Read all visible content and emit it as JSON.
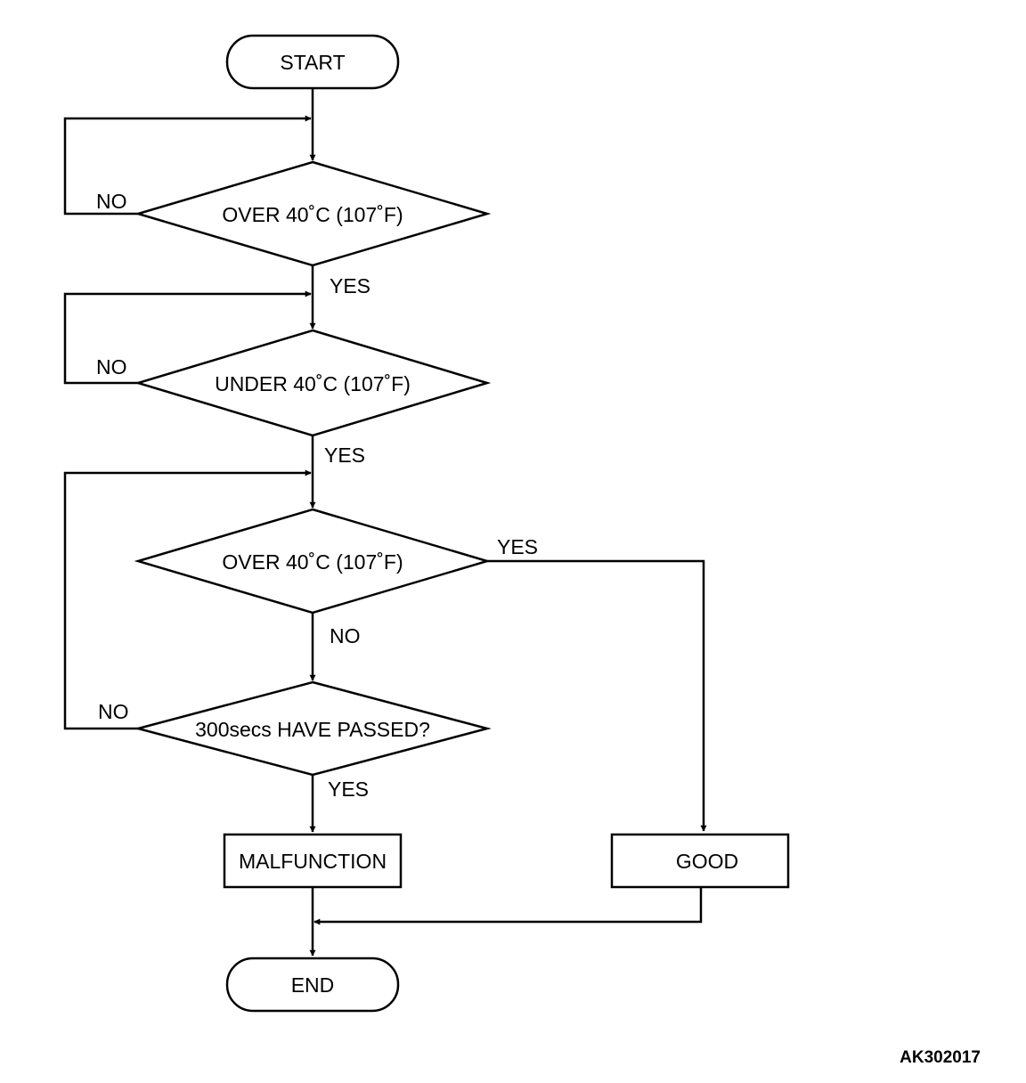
{
  "nodes": {
    "start": "START",
    "decision1": "OVER 40˚C (107˚F)",
    "decision2": "UNDER 40˚C (107˚F)",
    "decision3": "OVER 40˚C (107˚F)",
    "decision4": "300secs HAVE PASSED?",
    "malfunction": "MALFUNCTION",
    "good": "GOOD",
    "end": "END"
  },
  "edges": {
    "d1_no": "NO",
    "d1_yes": "YES",
    "d2_no": "NO",
    "d2_yes": "YES",
    "d3_yes": "YES",
    "d3_no": "NO",
    "d4_no": "NO",
    "d4_yes": "YES"
  },
  "figure_code": "AK302017"
}
